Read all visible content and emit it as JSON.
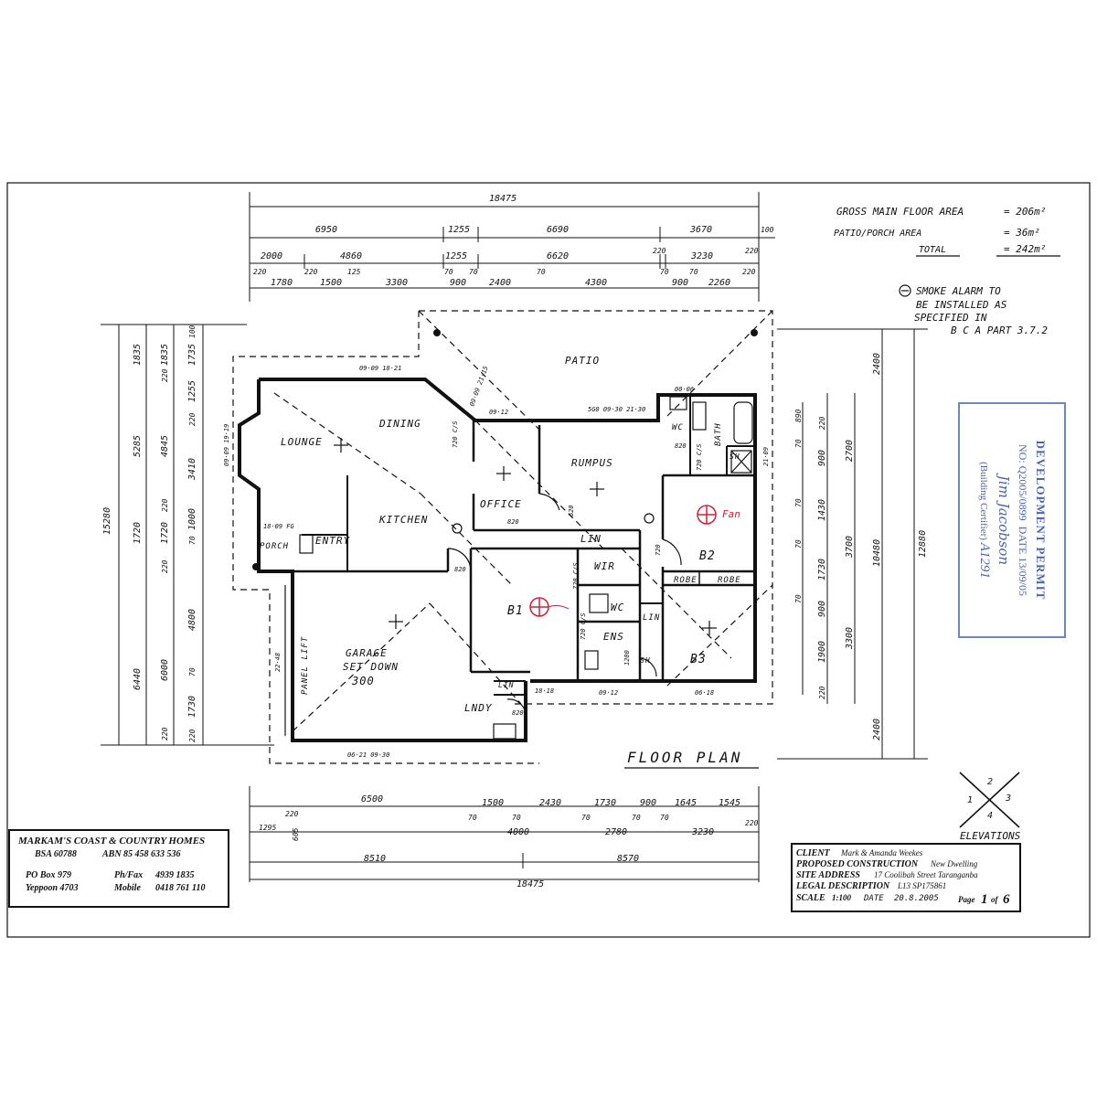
{
  "rooms": {
    "patio": "PATIO",
    "lounge": "LOUNGE",
    "dining": "DINING",
    "office": "OFFICE",
    "rumpus": "RUMPUS",
    "kitchen": "KITCHEN",
    "entry": "ENTRY",
    "porch": "PORCH",
    "wir": "WIR",
    "lin1": "LIN",
    "lin2": "LIN",
    "lin3": "LIN",
    "wc": "WC",
    "b1": "B1",
    "b2": "B2",
    "b3": "B3",
    "robe1": "ROBE",
    "robe2": "ROBE",
    "ens": "ENS",
    "bath": "BATH",
    "sh1": "SH",
    "sh2": "SH",
    "wc2": "WC",
    "ldry": "LNDY",
    "garage": "GARAGE",
    "setdown": "SET DOWN",
    "garage_size": "300",
    "panel_lift": "PANEL LIFT",
    "fan": "Fan"
  },
  "dims_top": {
    "overall": "18475",
    "row1": [
      "6950",
      "1255",
      "6690",
      "3670",
      "100"
    ],
    "row2": [
      "2000",
      "4860",
      "1255",
      "6620",
      "220",
      "3230",
      "220"
    ],
    "row3": [
      "220",
      "1780",
      "220",
      "1500",
      "125",
      "3300",
      "70",
      "900",
      "70",
      "2400",
      "70",
      "4300",
      "70",
      "900",
      "70",
      "2260",
      "220"
    ]
  },
  "dims_bottom": {
    "row1": [
      "6500",
      "1500",
      "2430",
      "1730",
      "900",
      "1645",
      "1545"
    ],
    "row1_small": [
      "220",
      "70",
      "70",
      "70",
      "70",
      "70"
    ],
    "row2": [
      "1295",
      "605",
      "4000",
      "2780",
      "3230",
      "220"
    ],
    "row3": [
      "8510",
      "8570"
    ],
    "overall": "18475"
  },
  "dims_left": {
    "overall": "15280",
    "col1": [
      "1835",
      "5285",
      "1720",
      "6440"
    ],
    "col2": [
      "1835",
      "220",
      "4845",
      "220",
      "1720",
      "220",
      "6000",
      "220"
    ],
    "col3": [
      "100",
      "1735",
      "1255",
      "220",
      "3410",
      "1000",
      "70",
      "4800",
      "70",
      "1730",
      "220"
    ]
  },
  "dims_right": {
    "overall": "12880",
    "col1": [
      "2400",
      "10480",
      "2400"
    ],
    "col2": [
      "2700",
      "3700",
      "3300"
    ],
    "col3": [
      "220",
      "900",
      "1430",
      "1730",
      "900",
      "1900",
      "220"
    ],
    "col4": [
      "890",
      "70",
      "70",
      "70",
      "70"
    ]
  },
  "windows": [
    "09·09 18·21",
    "09·09 21·15",
    "09·09 19·19",
    "09·12",
    "5G0 09·30 21·30",
    "00·06",
    "18·09 FG",
    "06·18",
    "09·12",
    "18·18",
    "06·21 09·30",
    "22·48",
    "21·09"
  ],
  "door_codes": [
    "820",
    "820",
    "820",
    "820",
    "720 C/S",
    "720 C/S",
    "720 C/S",
    "720 C/S",
    "720",
    "620",
    "1200"
  ],
  "areas": {
    "line1_label": "GROSS MAIN FLOOR AREA",
    "line1_value": "= 206m²",
    "line2_label": "PATIO/PORCH AREA",
    "line2_value": "= 36m²",
    "line3_label": "TOTAL",
    "line3_value": "= 242m²"
  },
  "smoke_note": {
    "line1": "SMOKE ALARM TO",
    "line2": "BE INSTALLED AS",
    "line3": "SPECIFIED IN",
    "line4": "B C A   PART 3.7.2"
  },
  "floor_plan_label": "FLOOR PLAN",
  "elevations": {
    "label": "ELEVATIONS",
    "n1": "1",
    "n2": "2",
    "n3": "3",
    "n4": "4"
  },
  "builder": {
    "name": "MARKAM'S COAST & COUNTRY HOMES",
    "bsa": "BSA 60788",
    "abn": "ABN 85 458 633 536",
    "po": "PO Box 979",
    "town": "Yeppoon 4703",
    "phfax_label": "Ph/Fax",
    "phfax": "4939 1835",
    "mobile_label": "Mobile",
    "mobile": "0418 761 110"
  },
  "client_box": {
    "client_label": "CLIENT",
    "client": "Mark & Amanda Weekes",
    "construction_label": "PROPOSED CONSTRUCTION",
    "construction": "New Dwelling",
    "site_label": "SITE ADDRESS",
    "site": "17 Coolibah Street Taranganba",
    "legal_label": "LEGAL DESCRIPTION",
    "legal": "L13 SP175861",
    "scale_label": "SCALE",
    "scale": "1:100",
    "date_label": "DATE",
    "date": "20.8.2005",
    "page_label": "Page",
    "page": "1",
    "of_label": "of",
    "pages": "6"
  },
  "permit": {
    "title": "DEVELOPMENT PERMIT",
    "no_label": "NO:",
    "no": "Q2005/0899",
    "date_label": "DATE",
    "date": "13/09/05",
    "signature": "Jim Jacobson",
    "role": "(Building Certifier)",
    "cert_no": "A1291"
  },
  "colors": {
    "ink": "#111111",
    "stamp_blue": "#4a66b0",
    "stamp_border": "#6a86c4",
    "annotation_red": "#d0203a"
  }
}
